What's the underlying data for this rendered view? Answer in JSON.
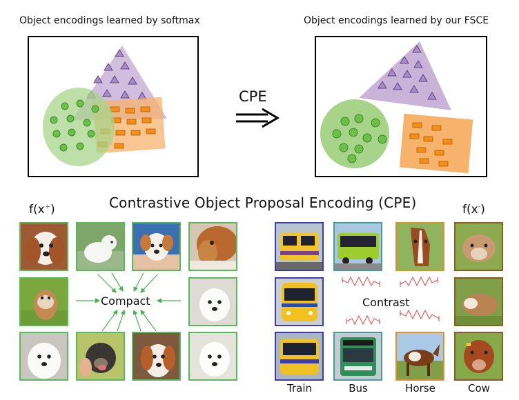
{
  "top": {
    "left_title": "Object encodings learned by softmax",
    "right_title": "Object encodings learned by our FSCE",
    "arrow_label": "CPE"
  },
  "section_title": "Contrastive Object Proposal Encoding (CPE)",
  "left_group": {
    "function_label": "f(x",
    "function_sup": "+",
    "function_close": ")",
    "center_label": "Compact",
    "border_color": "#5cb85c"
  },
  "right_group": {
    "function_label": "f(x",
    "function_sup": "-",
    "function_close": ")",
    "center_label": "Contrast",
    "captions": [
      "Train",
      "Bus",
      "Horse",
      "Cow"
    ],
    "border_colors": {
      "train": "#3b3bb3",
      "bus": "#4a9a9a",
      "horse": "#e0902a",
      "cow": "#8b5a2b"
    }
  },
  "colors": {
    "triangle": "#c9b3d9",
    "circle": "#a8d48a",
    "rect": "#f7b26b",
    "compact_arrows": "#4caf50",
    "contrast_springs": "#e05555"
  }
}
